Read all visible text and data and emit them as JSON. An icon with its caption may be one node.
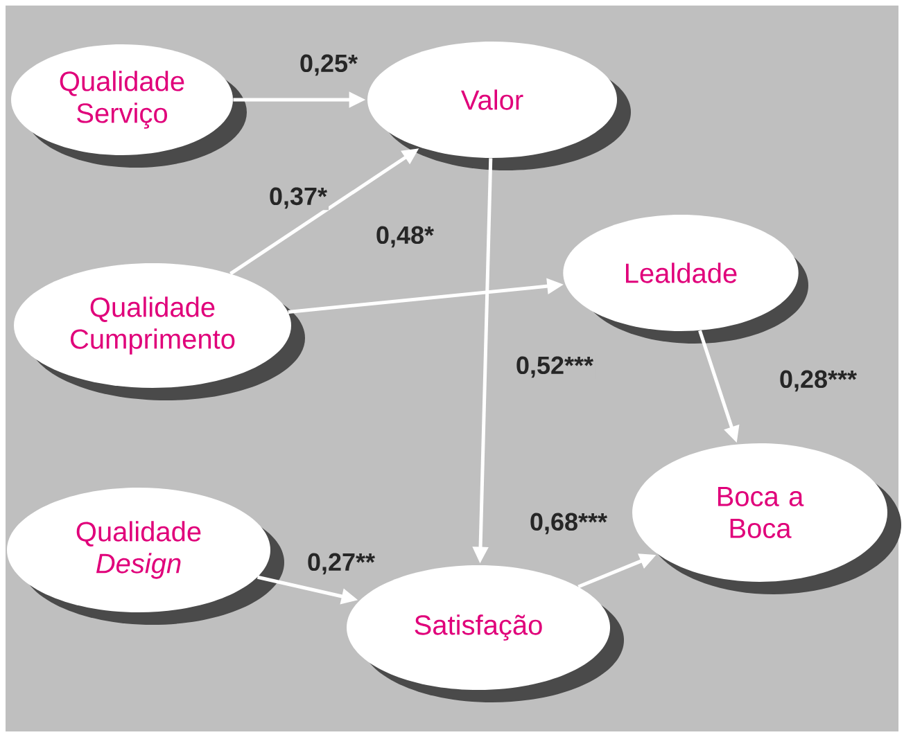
{
  "diagram": {
    "nodes": [
      {
        "text": [
          "Qualidade Serviço"
        ]
      },
      {
        "text": [
          "Valor"
        ]
      },
      {
        "text": [
          "Qualidade Cumprimento"
        ]
      },
      {
        "text": [
          "Lealdade"
        ]
      },
      {
        "text": [
          "Qualidade *Design*"
        ]
      },
      {
        "text": [
          "Boca a Boca"
        ]
      },
      {
        "text": [
          "Satisfação"
        ]
      }
    ],
    "edges": [
      {
        "from": 0,
        "to": 1,
        "arrow": "to",
        "label": "0,25*"
      },
      {
        "from": 2,
        "to": 1,
        "arrow": "to",
        "label": "0,37*"
      },
      {
        "from": 2,
        "to": 3,
        "arrow": "to",
        "label": "0,48*"
      },
      {
        "from": 1,
        "to": 6,
        "arrow": "to",
        "label": "0,52***"
      },
      {
        "from": 3,
        "to": 5,
        "arrow": "to",
        "label": "0,28***"
      },
      {
        "from": 4,
        "to": 6,
        "arrow": "to",
        "label": "0,27**"
      },
      {
        "from": 6,
        "to": 5,
        "arrow": "to",
        "label": "0,68***"
      }
    ]
  }
}
